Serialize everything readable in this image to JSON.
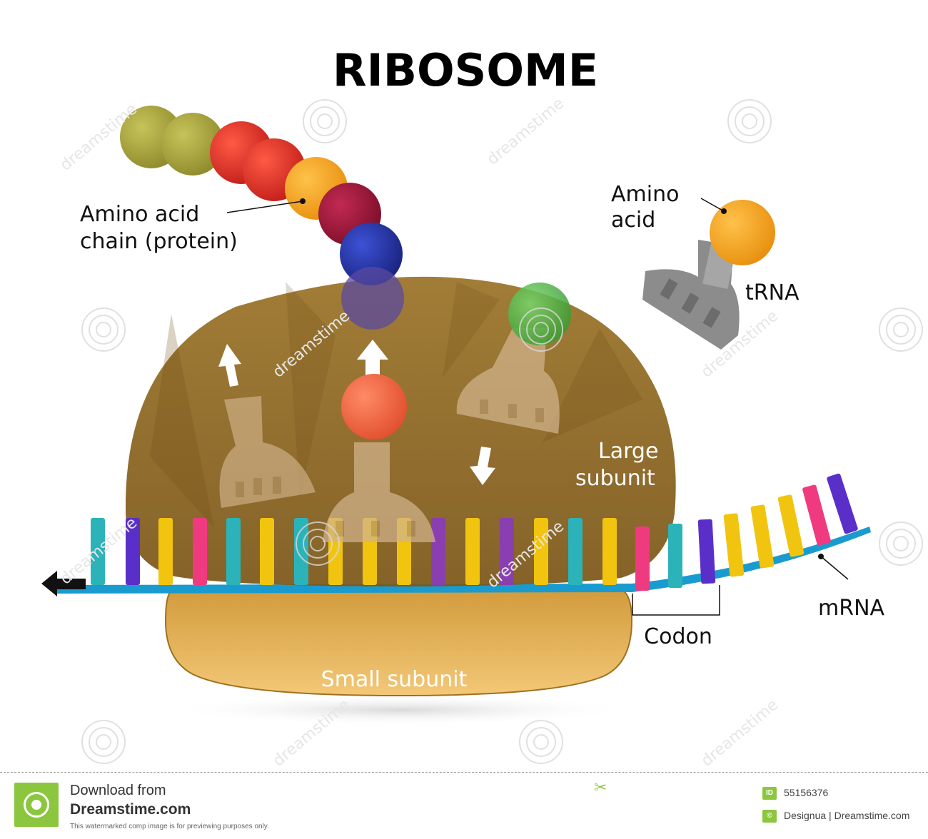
{
  "title": "RIBOSOME",
  "labels": {
    "amino_acid_chain_line1": "Amino acid",
    "amino_acid_chain_line2": "chain (protein)",
    "amino_acid_line1": "Amino",
    "amino_acid_line2": "acid",
    "trna": "tRNA",
    "large_subunit_line1": "Large",
    "large_subunit_line2": "subunit",
    "small_subunit": "Small subunit",
    "codon": "Codon",
    "mrna": "mRNA"
  },
  "watermark": {
    "text": "dreamstime",
    "download_from": "Download from",
    "site": "Dreamstime.com",
    "note": "This watermarked comp image is for previewing purposes only.",
    "id_badge": "ID",
    "image_id": "55156376",
    "copyright_badge": "©",
    "credit": "Designua | Dreamstime.com"
  },
  "colors": {
    "large_subunit": "#8a6520",
    "small_subunit": "#e6b45c",
    "mrna_strand": "#1a9bd0",
    "trna_shape": "#d2b48c",
    "free_trna": "#8c8c8c",
    "amino_olive": "#a5a13b",
    "amino_red": "#e8372c",
    "amino_orange": "#f5a623",
    "amino_maroon": "#a0183a",
    "amino_blue": "#2a39a8",
    "amino_green": "#52b548",
    "amino_salmon": "#f06b4a",
    "nuc_teal": "#2bb3b9",
    "nuc_purple": "#5a2fc9",
    "nuc_yellow": "#f1c40f",
    "nuc_pink": "#f03a80"
  },
  "icons": [
    "arrow-up-icon",
    "arrow-down-icon",
    "arrow-left-icon",
    "scissors-icon",
    "spiral-watermark-icon"
  ]
}
